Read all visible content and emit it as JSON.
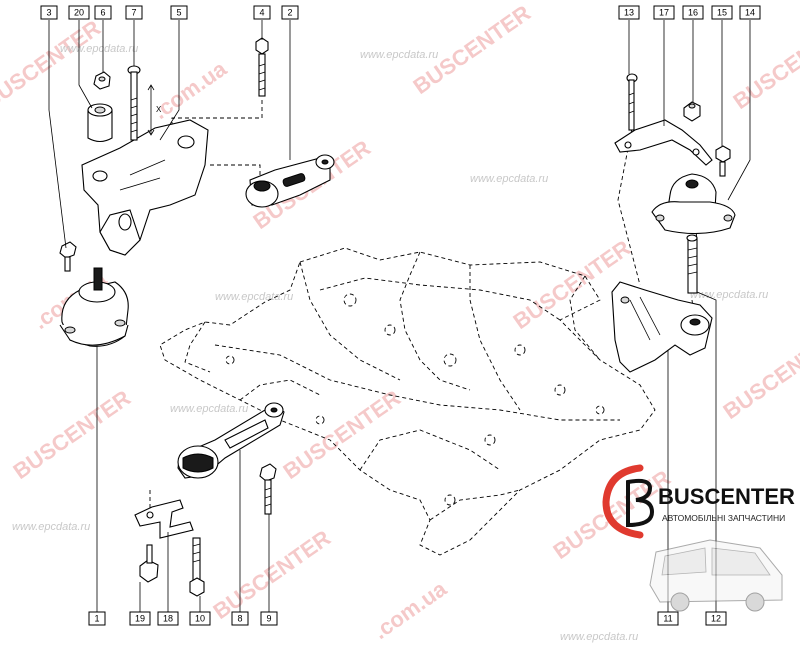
{
  "watermarks": {
    "brand_repeat": "BUSCENTER",
    "domain_repeat": ".com.ua",
    "epc": "www.epcdata.ru"
  },
  "logo": {
    "name": "BUSCENTER",
    "tagline": "АВТОМОБІЛЬНІ ЗАПЧАСТИНИ",
    "accent_color": "#e03a2f"
  },
  "dimension_label": "X",
  "callouts": [
    {
      "id": "c3",
      "label": "3"
    },
    {
      "id": "c20",
      "label": "20"
    },
    {
      "id": "c6",
      "label": "6"
    },
    {
      "id": "c7",
      "label": "7"
    },
    {
      "id": "c5",
      "label": "5"
    },
    {
      "id": "c4",
      "label": "4"
    },
    {
      "id": "c2",
      "label": "2"
    },
    {
      "id": "c13",
      "label": "13"
    },
    {
      "id": "c17",
      "label": "17"
    },
    {
      "id": "c16",
      "label": "16"
    },
    {
      "id": "c15",
      "label": "15"
    },
    {
      "id": "c14",
      "label": "14"
    },
    {
      "id": "c1",
      "label": "1"
    },
    {
      "id": "c19",
      "label": "19"
    },
    {
      "id": "c18",
      "label": "18"
    },
    {
      "id": "c10",
      "label": "10"
    },
    {
      "id": "c8",
      "label": "8"
    },
    {
      "id": "c9",
      "label": "9"
    },
    {
      "id": "c11",
      "label": "11"
    },
    {
      "id": "c12",
      "label": "12"
    }
  ]
}
